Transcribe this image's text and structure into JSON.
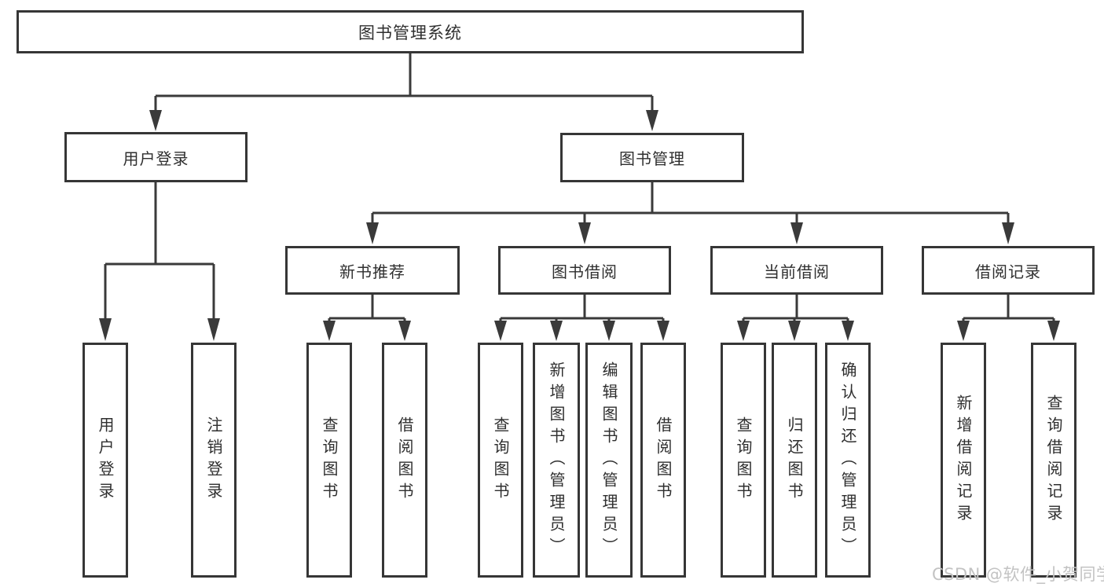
{
  "diagram": {
    "title": "图书管理系统",
    "nodes": {
      "root": "图书管理系统",
      "user_login": "用户登录",
      "book_mgmt": "图书管理",
      "new_book_rec": "新书推荐",
      "book_borrow": "图书借阅",
      "current_borrow": "当前借阅",
      "borrow_records": "借阅记录",
      "leaf_user_login": "用户登录",
      "leaf_logout": "注销登录",
      "leaf_nbr_query_books": "查询图书",
      "leaf_nbr_borrow_books": "借阅图书",
      "leaf_bb_query_books": "查询图书",
      "leaf_bb_add_books_admin": "新增图书（管理员）",
      "leaf_bb_edit_books_admin": "编辑图书（管理员）",
      "leaf_bb_borrow_books": "借阅图书",
      "leaf_cb_query_books": "查询图书",
      "leaf_cb_return_books": "归还图书",
      "leaf_cb_confirm_return_admin": "确认归还（管理员）",
      "leaf_br_add_record": "新增借阅记录",
      "leaf_br_query_record": "查询借阅记录"
    },
    "colors": {
      "line": "#3a3a3a",
      "box_border": "#363636",
      "text": "#2f2f2f",
      "background": "#ffffff",
      "watermark": "#c3c3c3"
    }
  },
  "watermark": {
    "text": "CSDN @软件_小贺同学"
  }
}
